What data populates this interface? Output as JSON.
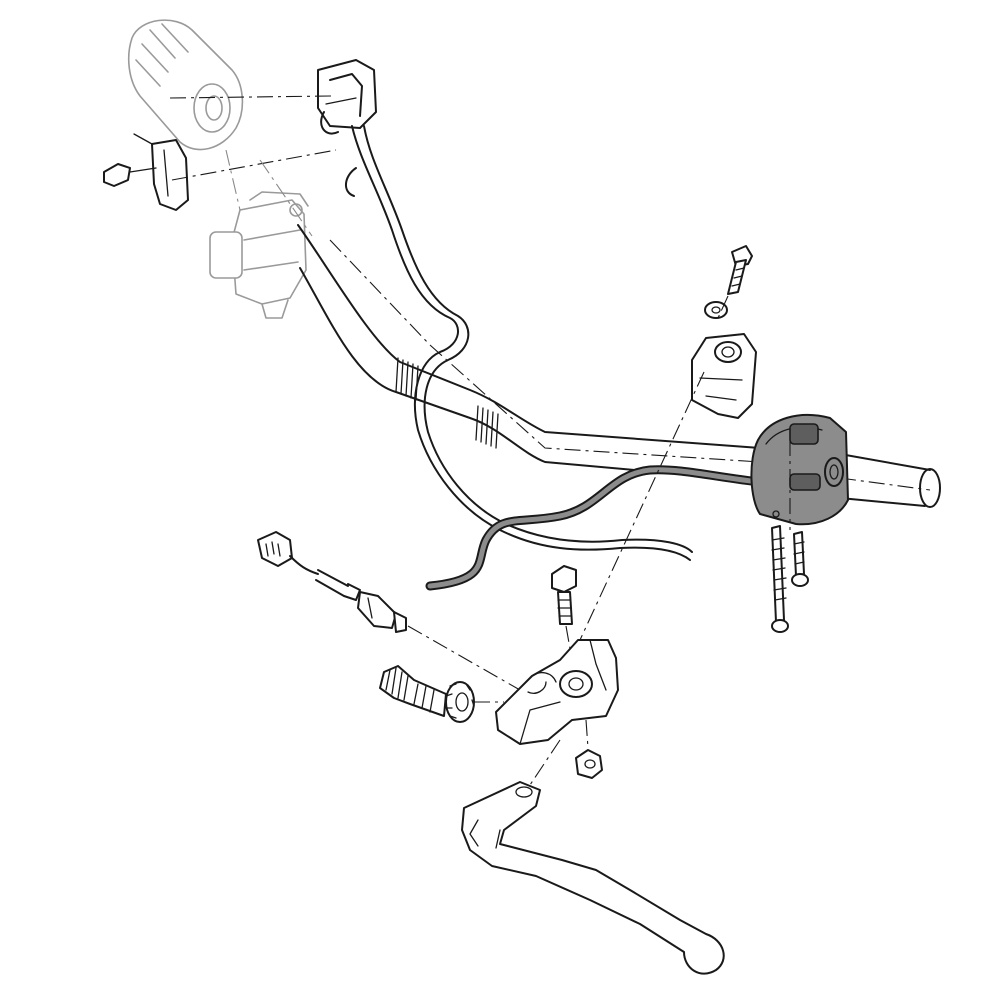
{
  "diagram": {
    "style": "exploded-parts-line-drawing",
    "highlight_color": "#8c8c8c",
    "ghost_color": "#9a9a9a",
    "line_color": "#1a1a1a",
    "parts": [
      "handlebar",
      "left-hand-grip",
      "master-cylinder",
      "handlebar-clamp",
      "handlebar-switch",
      "switch-wiring-harness",
      "switch-mounting-screws",
      "clutch-perch-bracket",
      "perch-clamp-bolt",
      "clutch-lever",
      "pivot-nut",
      "cable-adjuster",
      "adjuster-locknut",
      "clutch-switch",
      "clutch-switch-connector",
      "bracket-bolt",
      "bracket-washer",
      "clutch-cable"
    ]
  }
}
